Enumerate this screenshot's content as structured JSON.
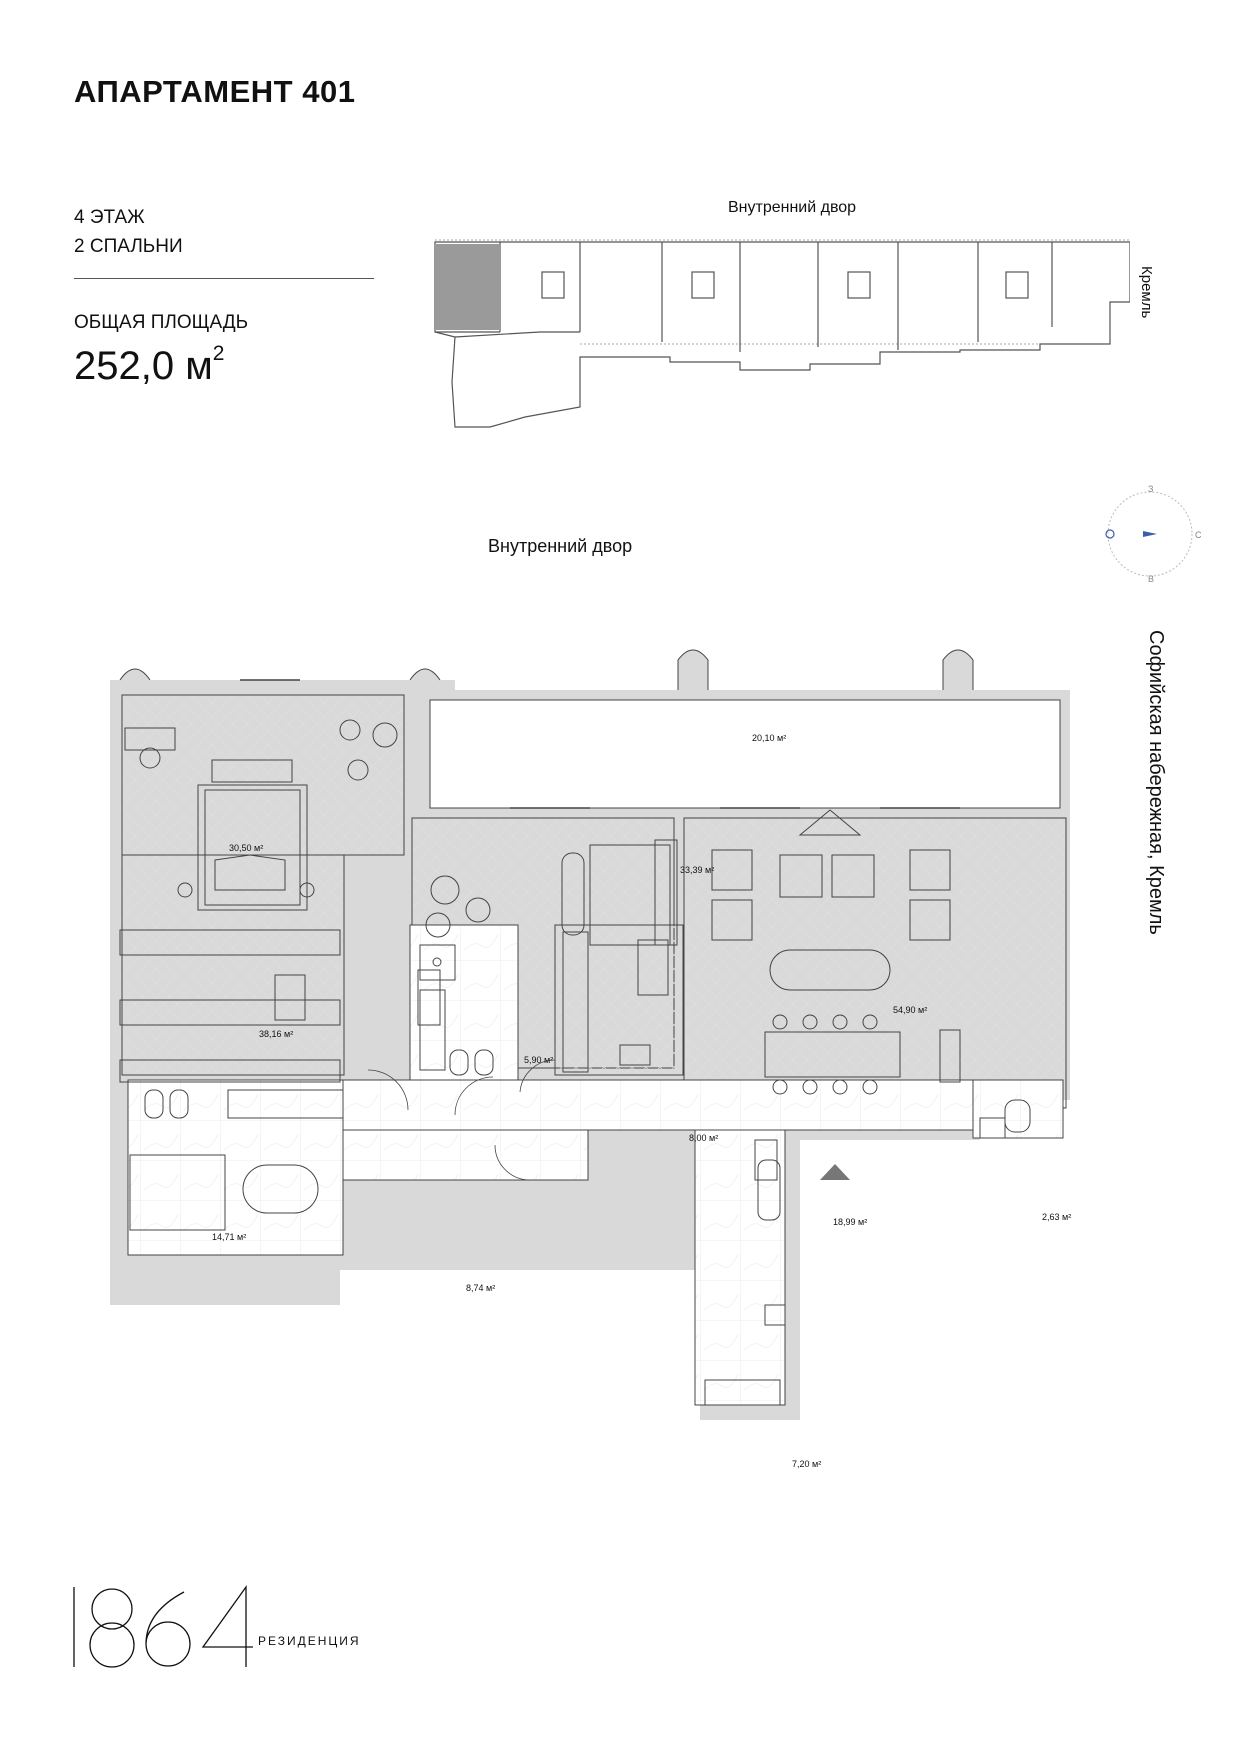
{
  "header": {
    "title": "АПАРТАМЕНТ 401"
  },
  "summary": {
    "floor": "4 ЭТАЖ",
    "bedrooms": "2 СПАЛЬНИ",
    "area_label": "ОБЩАЯ ПЛОЩАДЬ",
    "area_value": "252,0 м",
    "area_unit_sup": "2"
  },
  "site_plan": {
    "top_label": "Внутренний двор",
    "side_label": "Кремль"
  },
  "compass": {
    "north": "З",
    "east": "С",
    "south": "В",
    "west": ""
  },
  "floor_plan": {
    "yard_label": "Внутренний двор",
    "street_label": "Софийская набережная, Кремль",
    "rooms": [
      {
        "id": "bedroom-1",
        "area": "30,50 м²"
      },
      {
        "id": "terrace",
        "area": "20,10 м²"
      },
      {
        "id": "bedroom-2",
        "area": "33,39 м²"
      },
      {
        "id": "living",
        "area": "54,90 м²"
      },
      {
        "id": "dressing",
        "area": "38,16 м²"
      },
      {
        "id": "bath-small",
        "area": "5,90 м²"
      },
      {
        "id": "kitchen",
        "area": "8,00 м²"
      },
      {
        "id": "bath-main",
        "area": "14,71 м²"
      },
      {
        "id": "hall",
        "area": "18,99 м²"
      },
      {
        "id": "wc",
        "area": "2,63 м²"
      },
      {
        "id": "corridor",
        "area": "8,74 м²"
      },
      {
        "id": "utility",
        "area": "7,20 м²"
      }
    ]
  },
  "footer": {
    "logo_text": "1864",
    "logo_sub": "РЕЗИДЕНЦИЯ"
  },
  "colors": {
    "wall": "#d9d9d9",
    "line": "#444444",
    "accent": "#3a5ea8",
    "highlight": "#9a9a9a"
  }
}
